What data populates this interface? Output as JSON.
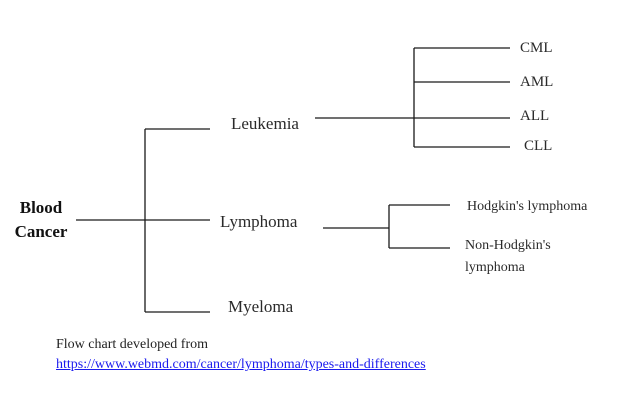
{
  "diagram": {
    "root": {
      "line1": "Blood",
      "line2": "Cancer"
    },
    "branches": [
      {
        "label": "Leukemia",
        "children": [
          "CML",
          "AML",
          "ALL",
          "CLL"
        ]
      },
      {
        "label": "Lymphoma",
        "children": [
          "Hodgkin's lymphoma",
          "Non-Hodgkin's lymphoma"
        ],
        "child_line2": "lymphoma",
        "child_line1": "Non-Hodgkin's"
      },
      {
        "label": "Myeloma",
        "children": []
      }
    ]
  },
  "footer": {
    "note": "Flow chart developed from",
    "link": "https://www.webmd.com/cancer/lymphoma/types-and-differences"
  },
  "colors": {
    "line": "#1a1a1a",
    "text": "#222222",
    "link": "#1a1aee"
  }
}
